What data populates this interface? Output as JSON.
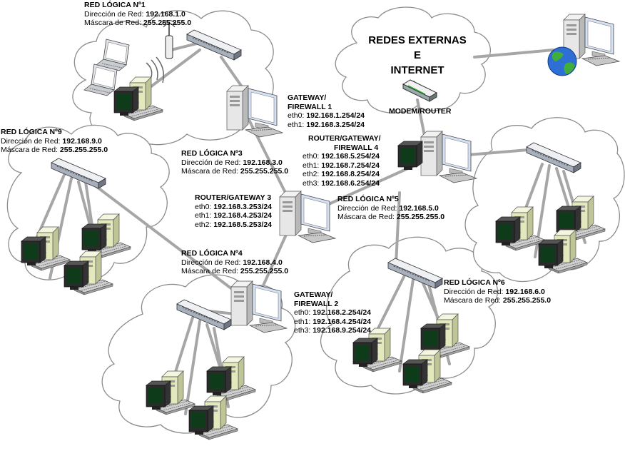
{
  "networks": {
    "n1": {
      "title": "RED LÓGICA Nº1",
      "dir_label": "Dirección de Red:",
      "dir": "192.168.1.0",
      "mask_label": "Máscara de Red:",
      "mask": "255.255.255.0"
    },
    "n3": {
      "title": "RED LÓGICA Nº3",
      "dir_label": "Dirección de Red:",
      "dir": "192.168.3.0",
      "mask_label": "Máscara de Red:",
      "mask": "255.255.255.0"
    },
    "n4": {
      "title": "RED LÓGICA Nº4",
      "dir_label": "Dirección de Red:",
      "dir": "192.168.4.0",
      "mask_label": "Máscara de Red:",
      "mask": "255.255.255.0"
    },
    "n5": {
      "title": "RED LÓGICA Nº5",
      "dir_label": "Dirección de Red:",
      "dir": "192.168.5.0",
      "mask_label": "Máscara de Red:",
      "mask": "255.255.255.0"
    },
    "n6": {
      "title": "RED LÓGICA Nº6",
      "dir_label": "Dirección de Red:",
      "dir": "192.168.6.0",
      "mask_label": "Máscara de Red:",
      "mask": "255.255.255.0"
    },
    "n9": {
      "title": "RED LÓGICA Nº9",
      "dir_label": "Dirección de Red:",
      "dir": "192.168.9.0",
      "mask_label": "Máscara de Red:",
      "mask": "255.255.255.0"
    }
  },
  "devices": {
    "gw1": {
      "title1": "GATEWAY/",
      "title2": "FIREWALL 1",
      "if0_name": "eth0:",
      "if0_ip": "192.168.1.254/24",
      "if1_name": "eth1:",
      "if1_ip": "192.168.3.254/24"
    },
    "gw2": {
      "title1": "GATEWAY/",
      "title2": "FIREWALL 2",
      "if0_name": "eth0:",
      "if0_ip": "192.168.2.254/24",
      "if1_name": "eth1:",
      "if1_ip": "192.168.4.254/24",
      "if2_name": "eth3:",
      "if2_ip": "192.168.9.254/24"
    },
    "rg3": {
      "title": "ROUTER/GATEWAY 3",
      "if0_name": "eth0:",
      "if0_ip": "192.168.3.253/24",
      "if1_name": "eth1:",
      "if1_ip": "192.168.4.253/24",
      "if2_name": "eth2:",
      "if2_ip": "192.168.5.253/24"
    },
    "rg4": {
      "title1": "ROUTER/GATEWAY/",
      "title2": "FIREWALL 4",
      "if0_name": "eth0:",
      "if0_ip": "192.168.5.254/24",
      "if1_name": "eth1:",
      "if1_ip": "192.168.7.254/24",
      "if2_name": "eth2:",
      "if2_ip": "192.168.8.254/24",
      "if3_name": "eth3:",
      "if3_ip": "192.168.6.254/24"
    },
    "modem": {
      "title": "MODEM/ROUTER"
    }
  },
  "external": {
    "line1": "REDES EXTERNAS",
    "line2": "E",
    "line3": "INTERNET"
  },
  "colors": {
    "cloud_fill": "#ffffff",
    "cloud_stroke": "#8c8c8c",
    "link": "#a6a6a6",
    "monitor_body": "#d9e4f5",
    "pc_body": "#e8ecc8",
    "keyboard": "#c0c0c0",
    "globe": "#2e6fd6"
  }
}
